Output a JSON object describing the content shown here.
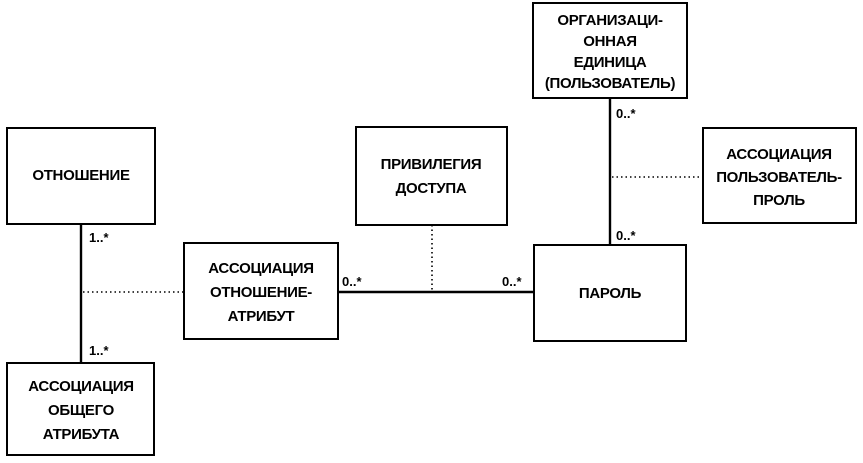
{
  "boxes": {
    "relation": {
      "lines": [
        "ОТНОШЕНИЕ"
      ]
    },
    "shared_attr_assoc": {
      "lines": [
        "АССОЦИАЦИЯ",
        "ОБЩЕГО",
        "АТРИБУТА"
      ]
    },
    "relation_attr_assoc": {
      "lines": [
        "АССОЦИАЦИЯ",
        "ОТНОШЕНИЕ-",
        "АТРИБУТ"
      ]
    },
    "access_privilege": {
      "lines": [
        "ПРИВИЛЕГИЯ",
        "ДОСТУПА"
      ]
    },
    "org_unit": {
      "lines": [
        "ОРГАНИЗАЦИ-",
        "ОННАЯ",
        "ЕДИНИЦА",
        "(ПОЛЬЗОВАТЕЛЬ)"
      ]
    },
    "user_role_assoc": {
      "lines": [
        "АССОЦИАЦИЯ",
        "ПОЛЬЗОВАТЕЛЬ-",
        "ПРОЛЬ"
      ]
    },
    "password": {
      "lines": [
        "ПАРОЛЬ"
      ]
    }
  },
  "multiplicities": {
    "relation_end": "1..*",
    "shared_attr_end": "1..*",
    "relation_attr_end": "0..*",
    "password_left_end": "0..*",
    "org_unit_end": "0..*",
    "password_top_end": "0..*"
  }
}
